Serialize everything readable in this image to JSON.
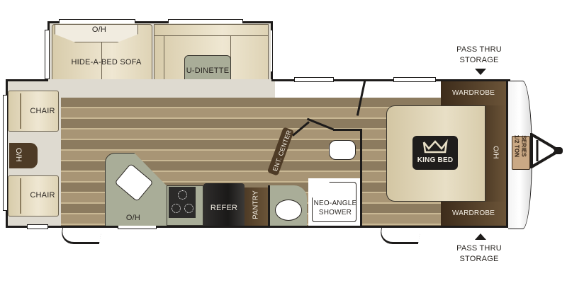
{
  "floorplan": {
    "slideout": {
      "overhead_label": "O/H",
      "sofa_label": "HIDE-A-BED SOFA",
      "dinette_label": "U-DINETTE"
    },
    "rear": {
      "chair_top_label": "CHAIR",
      "overhead_label": "O/H",
      "chair_bottom_label": "CHAIR"
    },
    "kitchen": {
      "overhead_label": "O/H",
      "refer_label": "REFER",
      "pantry_label": "PANTRY",
      "ent_center_label": "ENT. CENTER"
    },
    "bath": {
      "shower_label_line1": "NEO-ANGLE",
      "shower_label_line2": "SHOWER"
    },
    "bedroom": {
      "wardrobe_top_label": "WARDROBE",
      "wardrobe_bottom_label": "WARDROBE",
      "bed_label": "KING BED",
      "overhead_label": "O/H",
      "crown_icon": "crown-icon"
    },
    "front_cap": {
      "badge_line1": "1/2 TON",
      "badge_line2": "SERIES"
    },
    "annotations": {
      "top_storage_line1": "PASS THRU",
      "top_storage_line2": "STORAGE",
      "bottom_storage_line1": "PASS THRU",
      "bottom_storage_line2": "STORAGE"
    },
    "colors": {
      "wall": "#1d1b1a",
      "floor_dark": "#8c7b5f",
      "floor_light": "#a89575",
      "cushion": "#e8dfc6",
      "counter": "#a9ad98",
      "wardrobe": "#5a4630",
      "bed": "#e2d6b8"
    }
  }
}
